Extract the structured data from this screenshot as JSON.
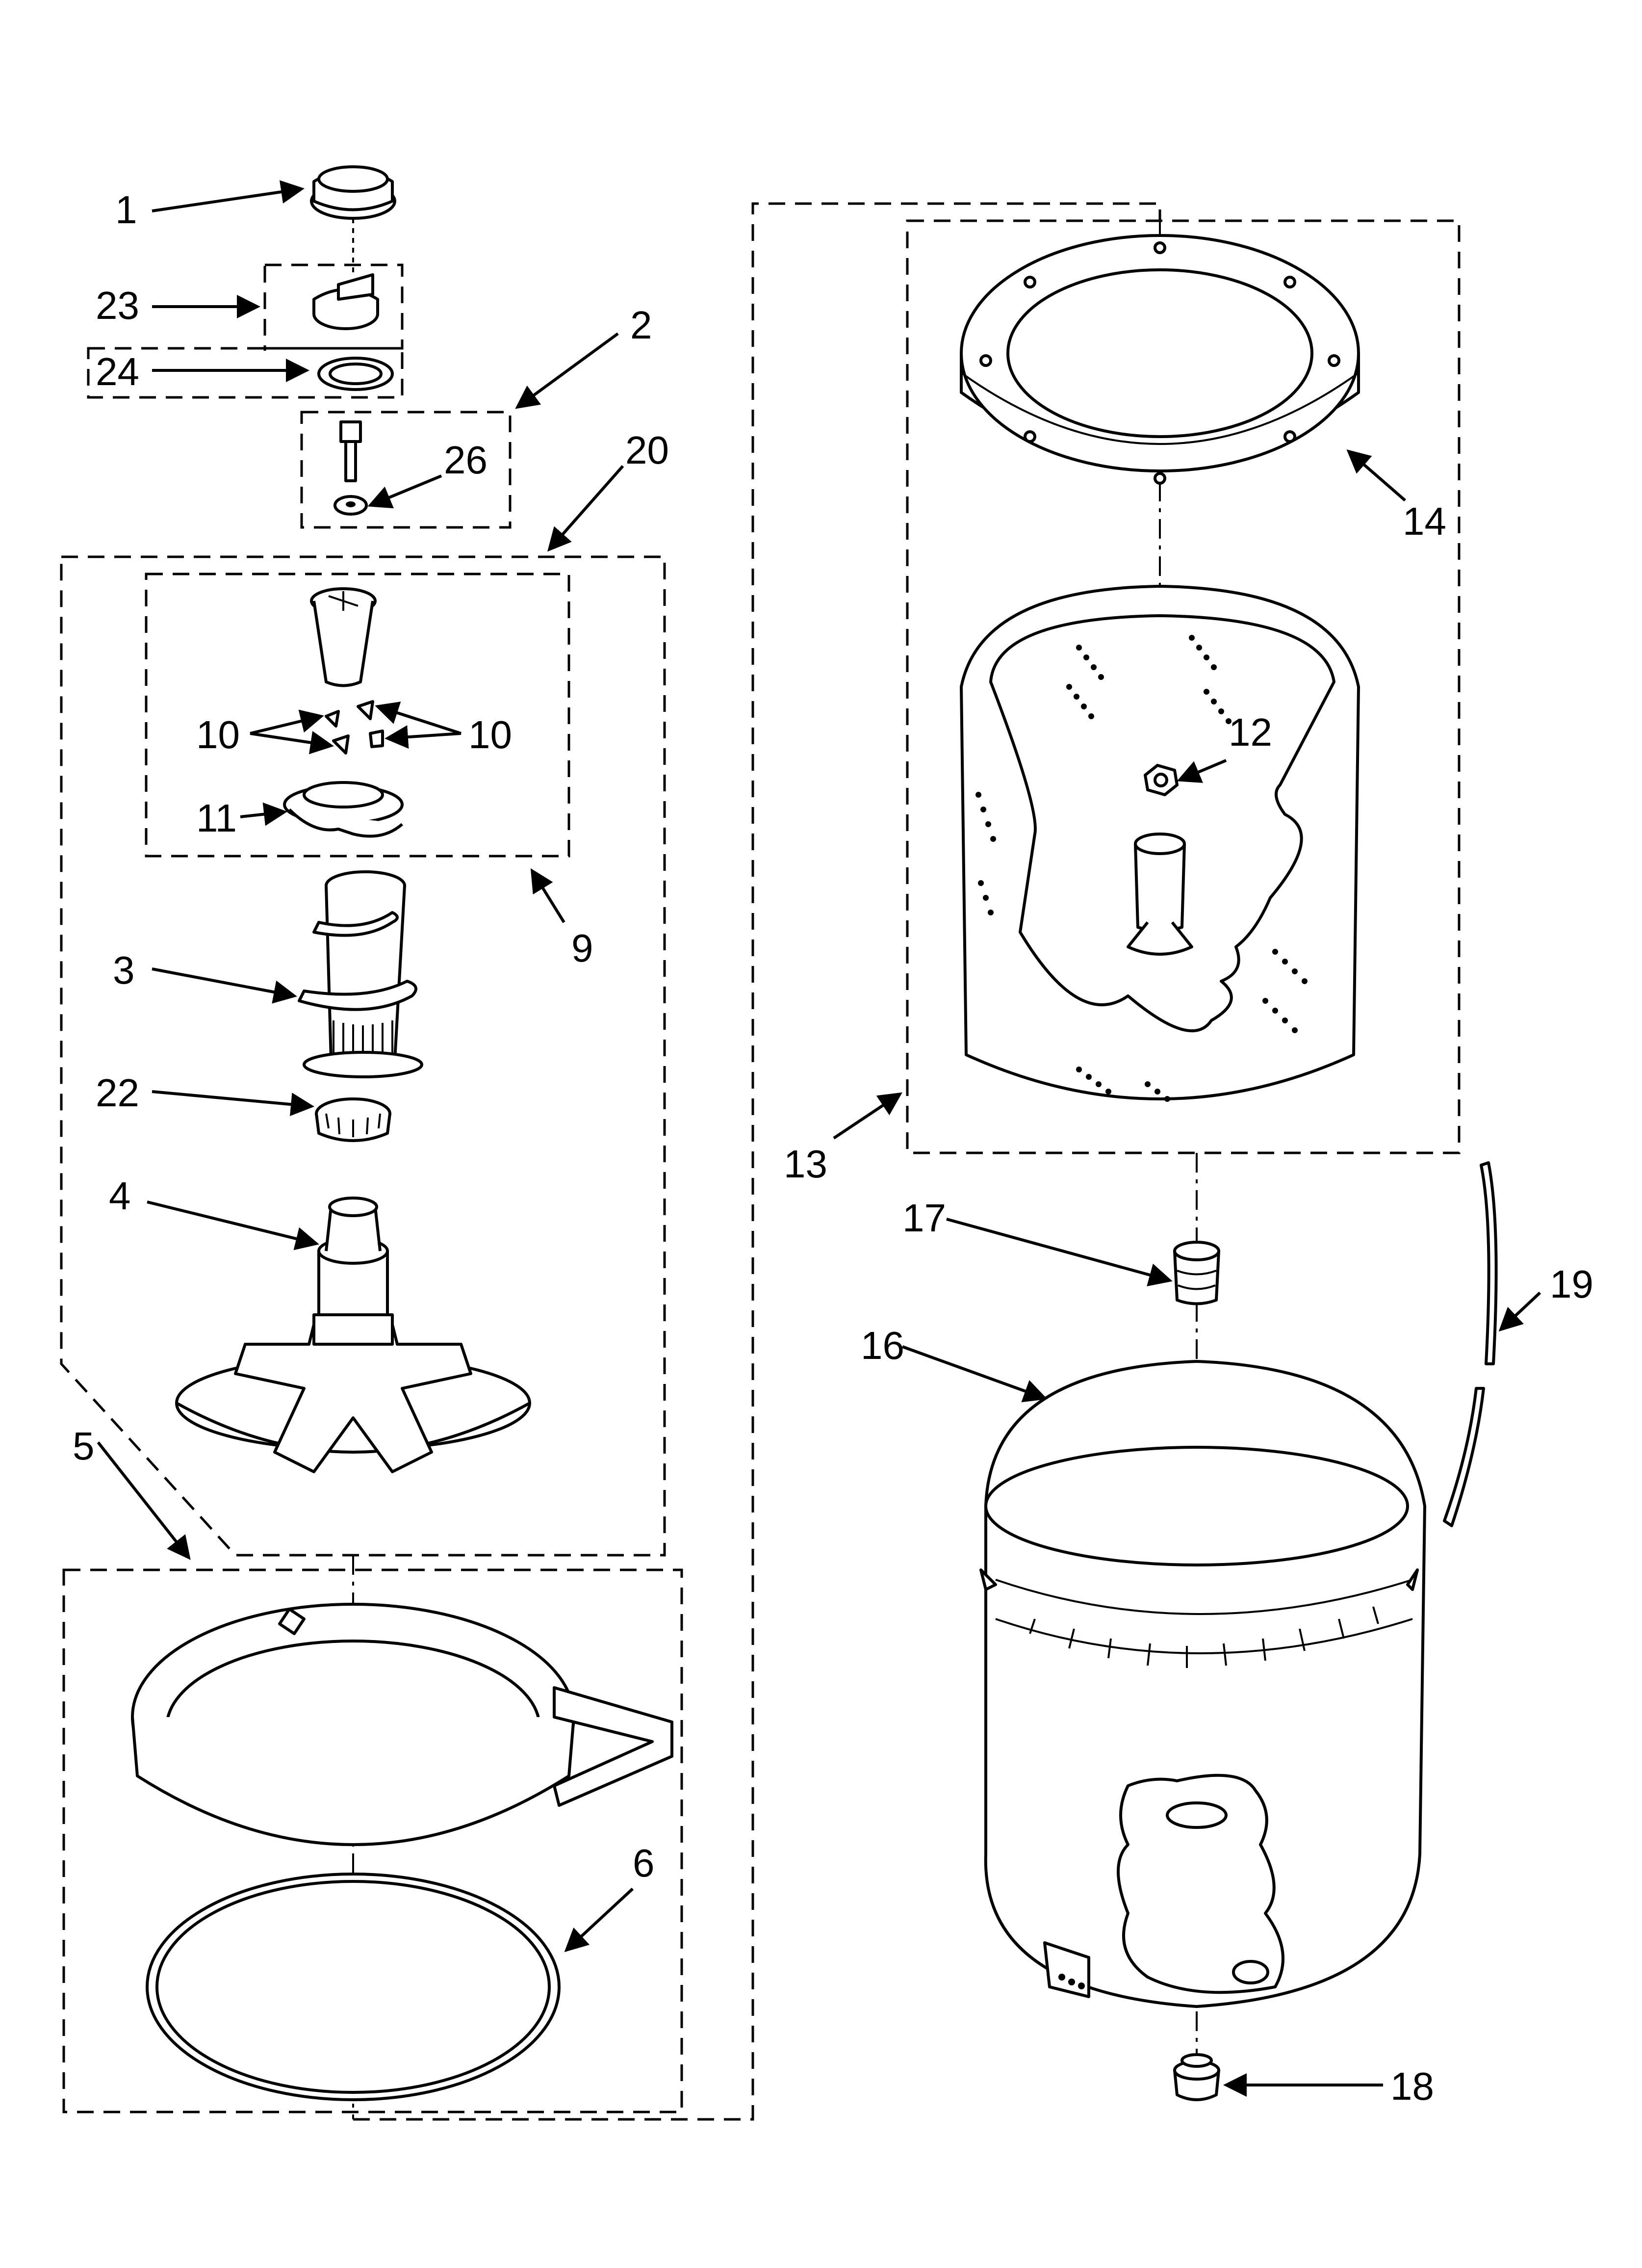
{
  "diagram": {
    "callouts": [
      {
        "id": "1",
        "text": "1"
      },
      {
        "id": "2",
        "text": "2"
      },
      {
        "id": "3",
        "text": "3"
      },
      {
        "id": "4",
        "text": "4"
      },
      {
        "id": "5",
        "text": "5"
      },
      {
        "id": "6",
        "text": "6"
      },
      {
        "id": "9",
        "text": "9"
      },
      {
        "id": "10a",
        "text": "10"
      },
      {
        "id": "10b",
        "text": "10"
      },
      {
        "id": "11",
        "text": "11"
      },
      {
        "id": "12",
        "text": "12"
      },
      {
        "id": "13",
        "text": "13"
      },
      {
        "id": "14",
        "text": "14"
      },
      {
        "id": "16",
        "text": "16"
      },
      {
        "id": "17",
        "text": "17"
      },
      {
        "id": "18",
        "text": "18"
      },
      {
        "id": "19",
        "text": "19"
      },
      {
        "id": "20",
        "text": "20"
      },
      {
        "id": "22",
        "text": "22"
      },
      {
        "id": "23",
        "text": "23"
      },
      {
        "id": "24",
        "text": "24"
      },
      {
        "id": "26",
        "text": "26"
      }
    ]
  }
}
